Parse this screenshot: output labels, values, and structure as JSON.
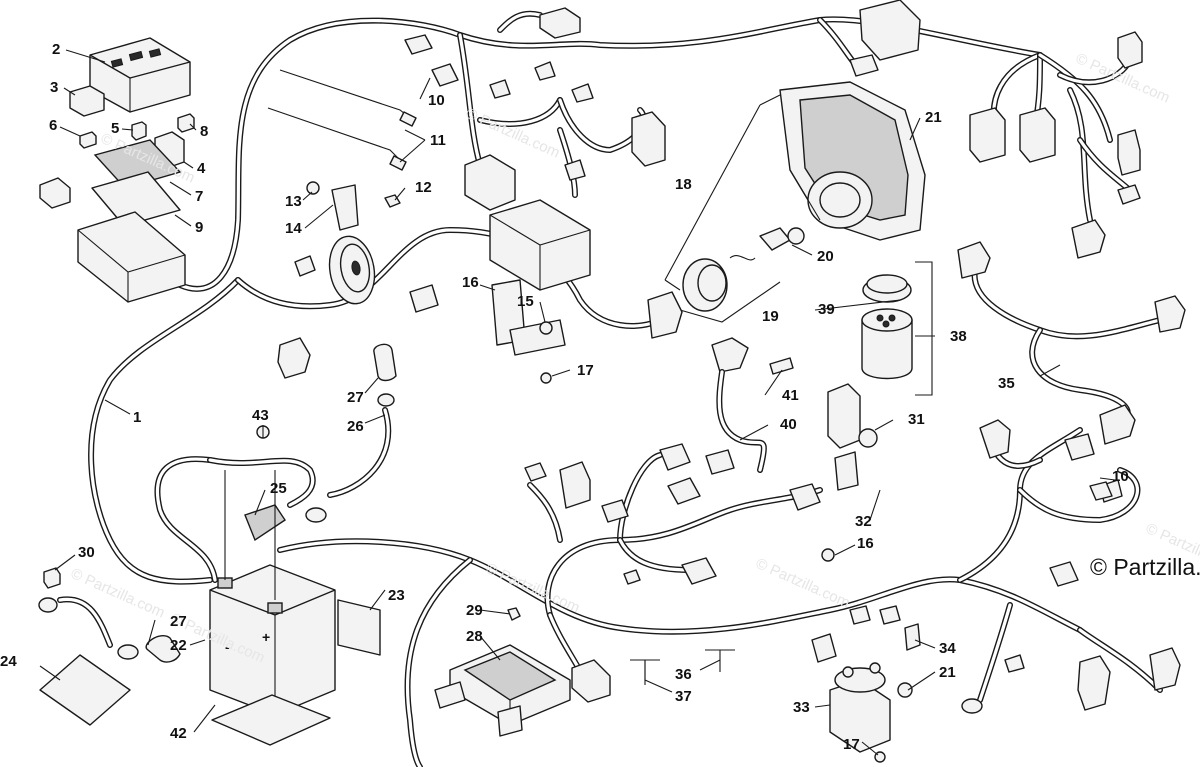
{
  "watermark": "© Partzilla.com",
  "copyright": "© Partzilla.com",
  "callouts": {
    "c1": "1",
    "c2": "2",
    "c3": "3",
    "c4": "4",
    "c5": "5",
    "c6": "6",
    "c7": "7",
    "c8": "8",
    "c9": "9",
    "c10a": "10",
    "c10b": "10",
    "c11": "11",
    "c12": "12",
    "c13": "13",
    "c14": "14",
    "c15": "15",
    "c16a": "16",
    "c16b": "16",
    "c17a": "17",
    "c17b": "17",
    "c18": "18",
    "c19": "19",
    "c20": "20",
    "c21a": "21",
    "c21b": "21",
    "c22": "22",
    "c23": "23",
    "c24": "24",
    "c25": "25",
    "c26": "26",
    "c27a": "27",
    "c27b": "27",
    "c28": "28",
    "c29": "29",
    "c30": "30",
    "c31": "31",
    "c32": "32",
    "c33": "33",
    "c34": "34",
    "c35": "35",
    "c36": "36",
    "c37": "37",
    "c38": "38",
    "c39": "39",
    "c40": "40",
    "c41": "41",
    "c42": "42",
    "c43": "43"
  },
  "battery_terminals": {
    "neg": "-",
    "pos": "+"
  }
}
